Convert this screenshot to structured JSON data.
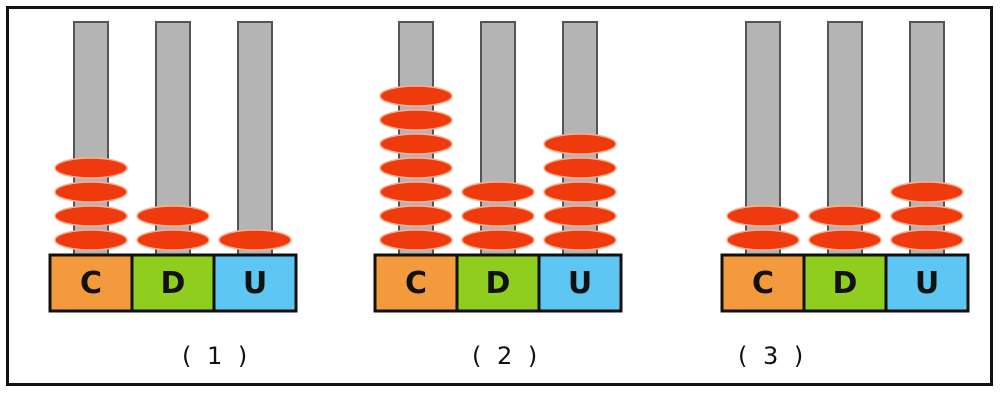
{
  "columns": [
    {
      "label": "C",
      "color": "#f39a3c"
    },
    {
      "label": "D",
      "color": "#8fce1f"
    },
    {
      "label": "U",
      "color": "#5ec6f2"
    }
  ],
  "colors": {
    "bead": "#ee3a0c",
    "bead_line": "#ffb090",
    "rod": "#b4b4b4",
    "rod_edge": "#555555"
  },
  "abaci": [
    {
      "caption": "( 1 )",
      "beads": [
        4,
        2,
        1
      ]
    },
    {
      "caption": "( 2 )",
      "beads": [
        7,
        3,
        5
      ]
    },
    {
      "caption": "( 3 )",
      "beads": [
        2,
        2,
        3
      ]
    }
  ]
}
